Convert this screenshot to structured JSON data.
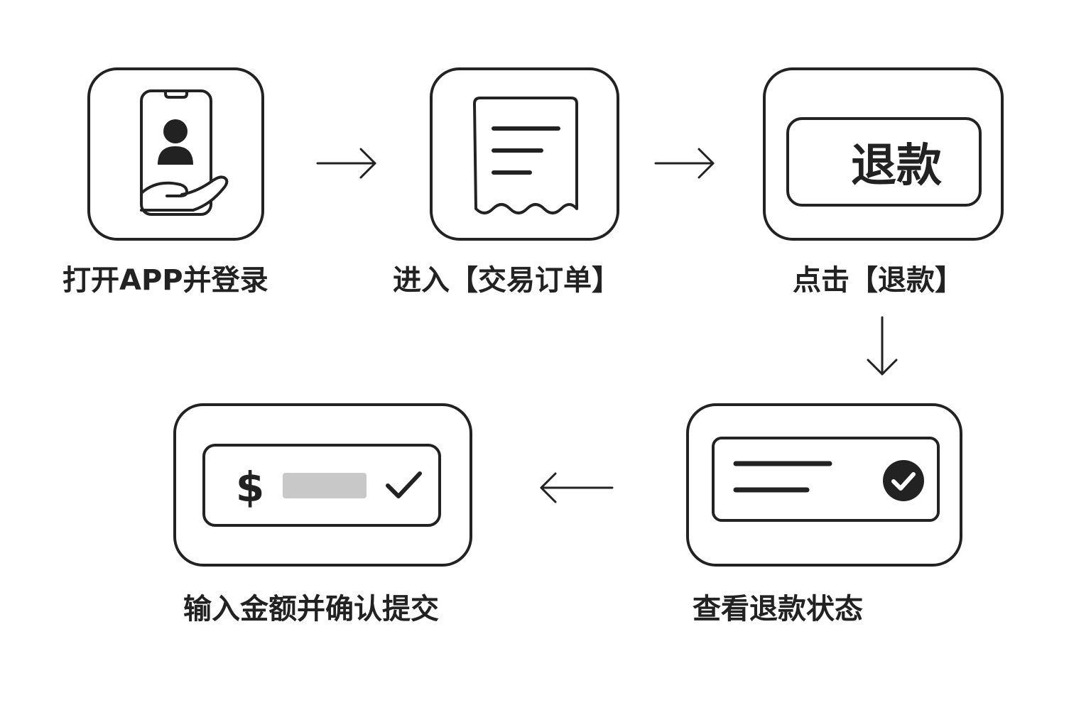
{
  "steps": [
    {
      "label": "打开APP并登录",
      "icon": "phone-user-hand-icon"
    },
    {
      "label": "进入【交易订单】",
      "icon": "receipt-icon"
    },
    {
      "label": "点击【退款】",
      "icon": "refund-button-icon",
      "button_text": "退款"
    },
    {
      "label": "查看退款状态",
      "icon": "status-card-check-icon"
    },
    {
      "label": "输入金额并确认提交",
      "icon": "amount-input-icon",
      "currency_symbol": "$"
    }
  ],
  "connectors": [
    "right",
    "right",
    "down",
    "left"
  ],
  "colors": {
    "stroke": "#222222",
    "placeholder": "#c8c8c8",
    "background": "#ffffff"
  }
}
